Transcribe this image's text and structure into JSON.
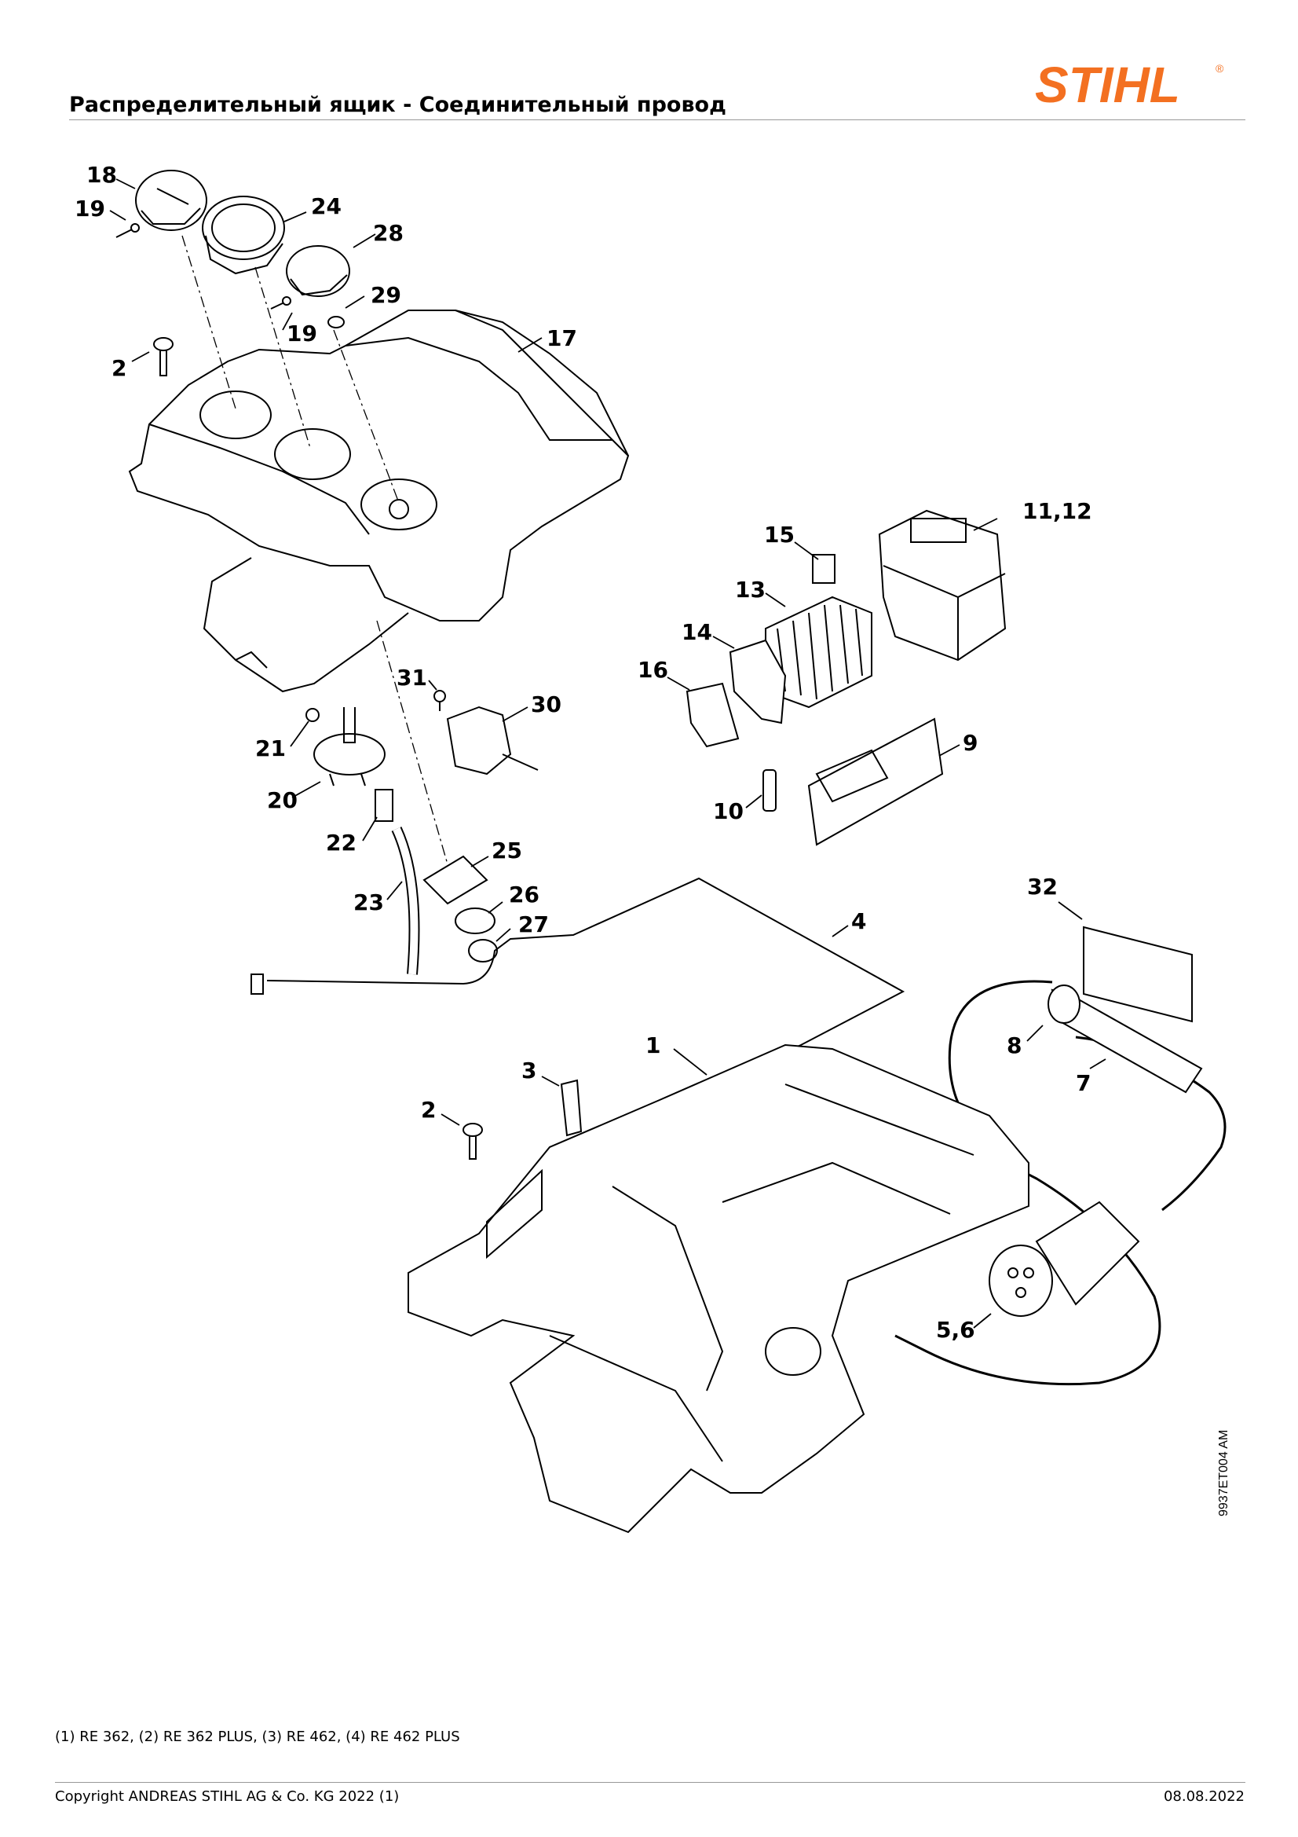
{
  "header": {
    "title": "Распределительный ящик - Соединительный провод",
    "logo_text": "STIHL",
    "logo_mark": "®",
    "brand_color": "#f37021"
  },
  "diagram": {
    "callouts": [
      "18",
      "19",
      "24",
      "28",
      "29",
      "19",
      "2",
      "17",
      "15",
      "11,12",
      "13",
      "14",
      "16",
      "31",
      "30",
      "21",
      "9",
      "20",
      "10",
      "22",
      "25",
      "23",
      "26",
      "27",
      "4",
      "32",
      "1",
      "8",
      "3",
      "7",
      "2",
      "5,6"
    ],
    "document_code": "9937ET004 AM"
  },
  "note": "(1) RE 362, (2) RE 362 PLUS, (3) RE 462, (4) RE 462 PLUS",
  "footer": {
    "copyright": "Copyright ANDREAS STIHL AG & Co. KG 2022 (1)",
    "date": "08.08.2022"
  }
}
